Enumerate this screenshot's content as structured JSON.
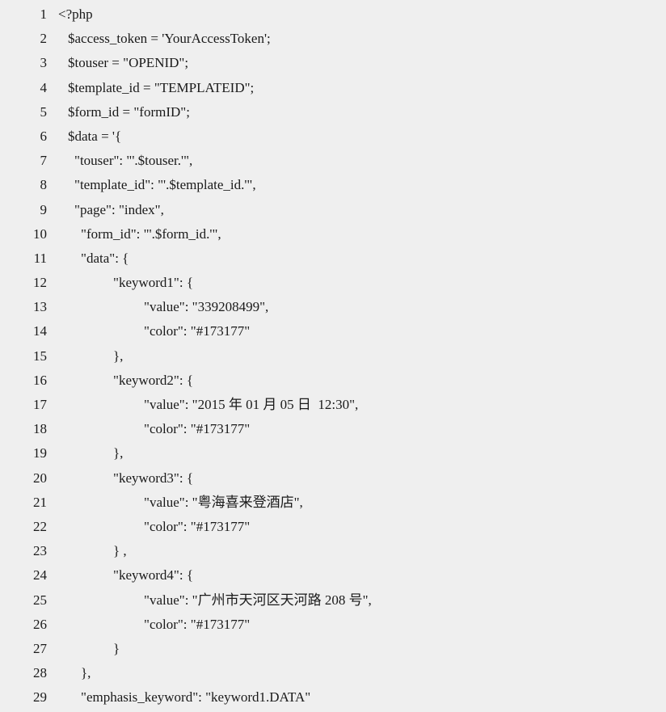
{
  "code": {
    "lines": [
      {
        "num": "1",
        "text": "<?php"
      },
      {
        "num": "2",
        "text": "$access_token = 'YourAccessToken';"
      },
      {
        "num": "3",
        "text": "$touser = \"OPENID\";"
      },
      {
        "num": "4",
        "text": "$template_id = \"TEMPLATEID\";"
      },
      {
        "num": "5",
        "text": "$form_id = \"formID\";"
      },
      {
        "num": "6",
        "text": "$data = '{"
      },
      {
        "num": "7",
        "text": "\"touser\": \"'.$touser.'\","
      },
      {
        "num": "8",
        "text": "\"template_id\": \"'.$template_id.'\","
      },
      {
        "num": "9",
        "text": "\"page\": \"index\","
      },
      {
        "num": "10",
        "text": "\"form_id\": \"'.$form_id.'\","
      },
      {
        "num": "11",
        "text": "\"data\": {"
      },
      {
        "num": "12",
        "text": "\"keyword1\": {"
      },
      {
        "num": "13",
        "text": "\"value\": \"339208499\","
      },
      {
        "num": "14",
        "text": "\"color\": \"#173177\""
      },
      {
        "num": "15",
        "text": "},"
      },
      {
        "num": "16",
        "text": "\"keyword2\": {"
      },
      {
        "num": "17",
        "text": "\"value\": \"2015 年 01 月 05 日  12:30\","
      },
      {
        "num": "18",
        "text": "\"color\": \"#173177\""
      },
      {
        "num": "19",
        "text": "},"
      },
      {
        "num": "20",
        "text": "\"keyword3\": {"
      },
      {
        "num": "21",
        "text": "\"value\": \"粤海喜来登酒店\","
      },
      {
        "num": "22",
        "text": "\"color\": \"#173177\""
      },
      {
        "num": "23",
        "text": "} ,"
      },
      {
        "num": "24",
        "text": "\"keyword4\": {"
      },
      {
        "num": "25",
        "text": "\"value\": \"广州市天河区天河路 208 号\","
      },
      {
        "num": "26",
        "text": "\"color\": \"#173177\""
      },
      {
        "num": "27",
        "text": "}"
      },
      {
        "num": "28",
        "text": "},"
      },
      {
        "num": "29",
        "text": "\"emphasis_keyword\": \"keyword1.DATA\""
      }
    ]
  }
}
